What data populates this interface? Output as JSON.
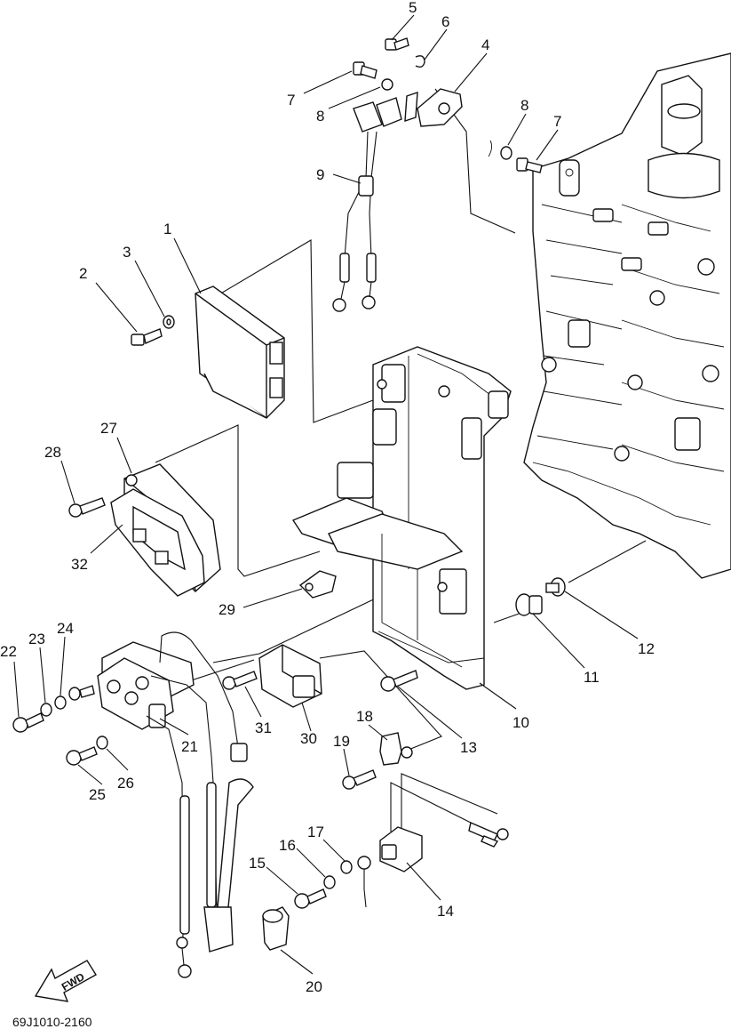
{
  "diagram": {
    "part_callouts": [
      {
        "key": "p1",
        "label": "1"
      },
      {
        "key": "p2",
        "label": "2"
      },
      {
        "key": "p3",
        "label": "3"
      },
      {
        "key": "p4",
        "label": "4"
      },
      {
        "key": "p5",
        "label": "5"
      },
      {
        "key": "p6",
        "label": "6"
      },
      {
        "key": "p7a",
        "label": "7"
      },
      {
        "key": "p7b",
        "label": "7"
      },
      {
        "key": "p8a",
        "label": "8"
      },
      {
        "key": "p8b",
        "label": "8"
      },
      {
        "key": "p9",
        "label": "9"
      },
      {
        "key": "p10",
        "label": "10"
      },
      {
        "key": "p11",
        "label": "11"
      },
      {
        "key": "p12",
        "label": "12"
      },
      {
        "key": "p13",
        "label": "13"
      },
      {
        "key": "p14",
        "label": "14"
      },
      {
        "key": "p15",
        "label": "15"
      },
      {
        "key": "p16",
        "label": "16"
      },
      {
        "key": "p17",
        "label": "17"
      },
      {
        "key": "p18",
        "label": "18"
      },
      {
        "key": "p19",
        "label": "19"
      },
      {
        "key": "p20",
        "label": "20"
      },
      {
        "key": "p21",
        "label": "21"
      },
      {
        "key": "p22",
        "label": "22"
      },
      {
        "key": "p23",
        "label": "23"
      },
      {
        "key": "p24",
        "label": "24"
      },
      {
        "key": "p25",
        "label": "25"
      },
      {
        "key": "p26",
        "label": "26"
      },
      {
        "key": "p27",
        "label": "27"
      },
      {
        "key": "p28",
        "label": "28"
      },
      {
        "key": "p29",
        "label": "29"
      },
      {
        "key": "p30",
        "label": "30"
      },
      {
        "key": "p31",
        "label": "31"
      },
      {
        "key": "p32",
        "label": "32"
      }
    ],
    "fwd_label": "FWD",
    "drawing_code": "69J1010-2160"
  }
}
